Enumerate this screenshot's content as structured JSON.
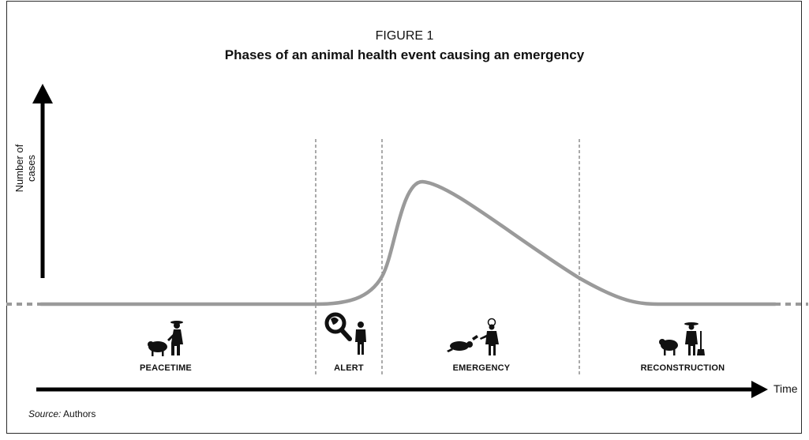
{
  "figure": {
    "label": "FIGURE 1",
    "title": "Phases of an animal health event causing an emergency"
  },
  "axes": {
    "y_label": "Number of cases",
    "x_label": "Time"
  },
  "phases": [
    {
      "label": "PEACETIME",
      "icon": "farmer-with-sheep-icon"
    },
    {
      "label": "ALERT",
      "icon": "magnifier-person-icon"
    },
    {
      "label": "EMERGENCY",
      "icon": "veterinarian-with-carcass-icon"
    },
    {
      "label": "RECONSTRUCTION",
      "icon": "farmer-with-sheep-and-shovel-icon"
    }
  ],
  "source": {
    "prefix": "Source:",
    "text": " Authors"
  },
  "colors": {
    "curve": "#9a9a9a",
    "axis": "#000000",
    "divider": "#555555"
  }
}
